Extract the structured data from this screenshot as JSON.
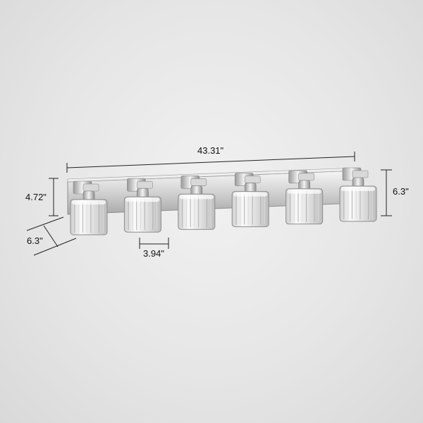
{
  "product": {
    "dimensions": {
      "total_width": "43.31\"",
      "backplate_height": "4.72\"",
      "depth": "6.3\"",
      "shade_width": "3.94\"",
      "overall_height": "6.3\""
    },
    "light_count": 6,
    "colors": {
      "background": "#e6e6e6",
      "chrome": "#c9c9c9",
      "glass": "#f4f4f4",
      "dimension_line": "#222222"
    }
  }
}
